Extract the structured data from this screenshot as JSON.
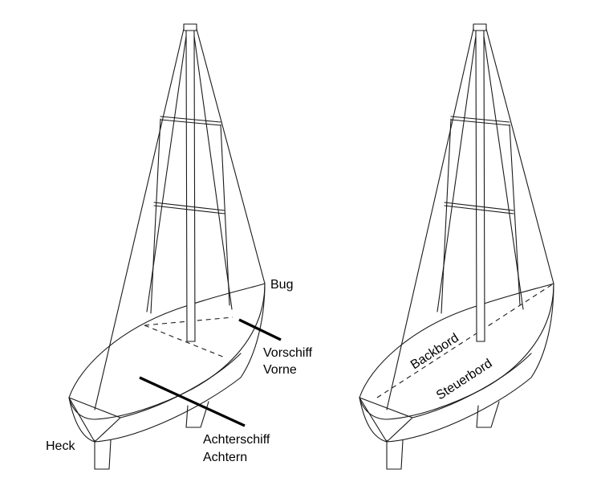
{
  "left_boat": {
    "labels": {
      "bow": "Bug",
      "foreship": "Vorschiff",
      "forward": "Vorne",
      "stern": "Heck",
      "aftship": "Achterschiff",
      "aft": "Achtern"
    }
  },
  "right_boat": {
    "labels": {
      "port": "Backbord",
      "starboard": "Steuerbord"
    }
  }
}
